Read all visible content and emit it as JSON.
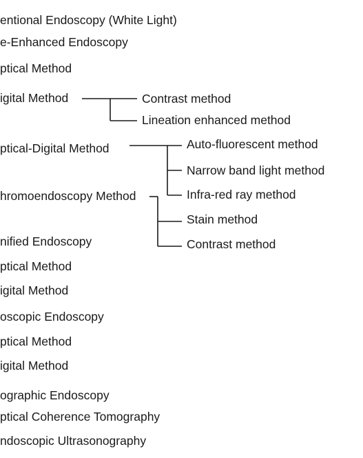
{
  "labels": {
    "conventional": "entional Endoscopy (White Light)",
    "image_enhanced": "e-Enhanced Endoscopy",
    "optical_1": "ptical Method",
    "digital_1": "igital Method",
    "contrast_1": "Contrast method",
    "lineation": "Lineation enhanced method",
    "optical_digital": "ptical-Digital Method",
    "autofluorescent": "Auto-fluorescent method",
    "narrow_band": "Narrow band light method",
    "infrared": "Infra-red ray method",
    "chromoendoscopy": "hromoendoscopy Method",
    "stain": "Stain method",
    "contrast_2": "Contrast method",
    "magnified": "nified Endoscopy",
    "optical_2": "ptical Method",
    "digital_2": "igital Method",
    "microscopic": "oscopic Endoscopy",
    "optical_3": "ptical Method",
    "digital_3": "igital Method",
    "tomographic": "ographic Endoscopy",
    "oct": "ptical Coherence Tomography",
    "eus": "ndoscopic Ultrasonography"
  }
}
